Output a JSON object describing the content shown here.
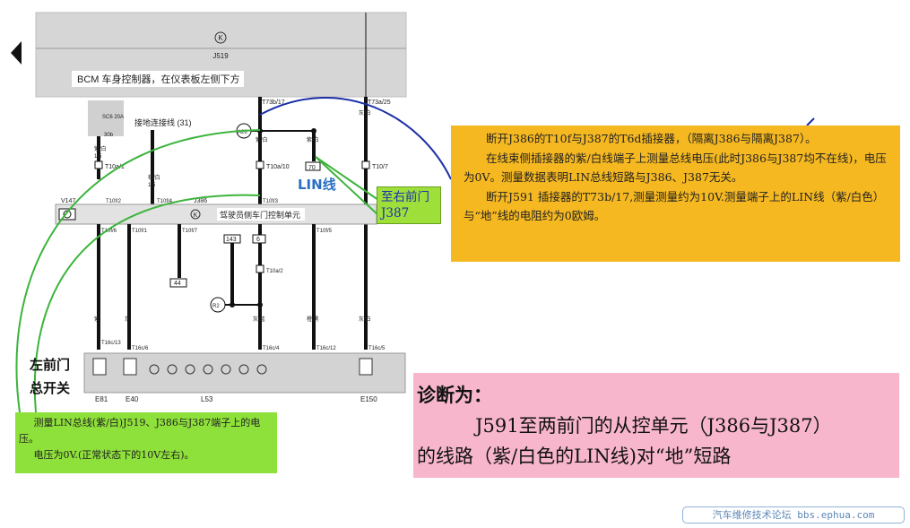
{
  "diagram": {
    "top_module": {
      "symbol": "K",
      "code": "J519",
      "description": "BCM 车身控制器，在仪表板左侧下方"
    },
    "door_module": {
      "symbol": "K",
      "code": "J386",
      "description": "驾驶员侧车门控制单元"
    },
    "ground_label": "接地连接线 (31)",
    "component_labels": {
      "v147": "V147",
      "e81": "E81",
      "e40": "E40",
      "l53": "L53",
      "e150": "E150",
      "a26": "A26",
      "r2": "R2"
    },
    "connectors": {
      "t73b17": "T73b/17",
      "t73a25": "T73a/25",
      "t10a1": "T10a/1",
      "t10a10": "T10a/10",
      "t10_7": "T10/7",
      "t10f2": "T10f/2",
      "t10f4": "T10f/4",
      "t10f3": "T10f/3",
      "t10f6": "T10f/6",
      "t10f1": "T10f/1",
      "t10f7": "T10f/7",
      "t10f5": "T10f/5",
      "t10a2": "T10a/2",
      "t16c13": "T16c/13",
      "t16c6": "T16c/6",
      "t16c4": "T16c/4",
      "t16c12": "T16c/12",
      "t16c5": "T16c/5",
      "fuse": "SC6 20A",
      "t30b": "30b"
    },
    "wires": {
      "w_purple_white": "紫/白",
      "w_gray_blue": "灰/蓝",
      "w_gray_white": "灰/白",
      "w_brown": "棕/白",
      "w_purple": "紫",
      "w_gray": "灰",
      "w_orange_black": "橙/黑",
      "w_gray_white2": "灰/白",
      "size_05": "0.5",
      "size_15": "1.5",
      "box_70": "70",
      "box_143": "143",
      "box_6": "6",
      "box_44": "44"
    }
  },
  "lin_label": "LIN线",
  "left_door_label": [
    "左前门",
    "总开关"
  ],
  "callout_small": [
    "至右前门",
    "J387"
  ],
  "note_orange": [
    "断开J386的T10f与J387的T6d插接器，（隔离J386与隔离J387）。",
    "在线束侧插接器的紫/白线端子上测量总线电压(此时J386与J387均不在线)，电压为0V。测量数据表明LIN总线短路与J386、J387无关。",
    "断开J591 插接器的T73b/17,测量测量约为10V.测量端子上的LIN线（紫/白色）与“地”线的电阻约为0欧姆。"
  ],
  "note_green_left": [
    "测量LIN总线(紫/白)J519、J386与J387端子上的电压。",
    "电压为0V.(正常状态下的10V左右)。"
  ],
  "note_pink": {
    "heading": "诊断为：",
    "line1": "J591至两前门的从控单元（J386与J387）",
    "line2": "的线路（紫/白色的LIN线)对“地”短路"
  },
  "watermark": "汽车维修技术论坛 bbs.ephua.com",
  "colors": {
    "orange_note": "#f5b821",
    "green_note": "#8ee03a",
    "pink_note": "#f7b6cb",
    "lin_blue": "#2a6fc2",
    "green_line": "#3cb43c",
    "blue_line": "#1b2fa8"
  }
}
